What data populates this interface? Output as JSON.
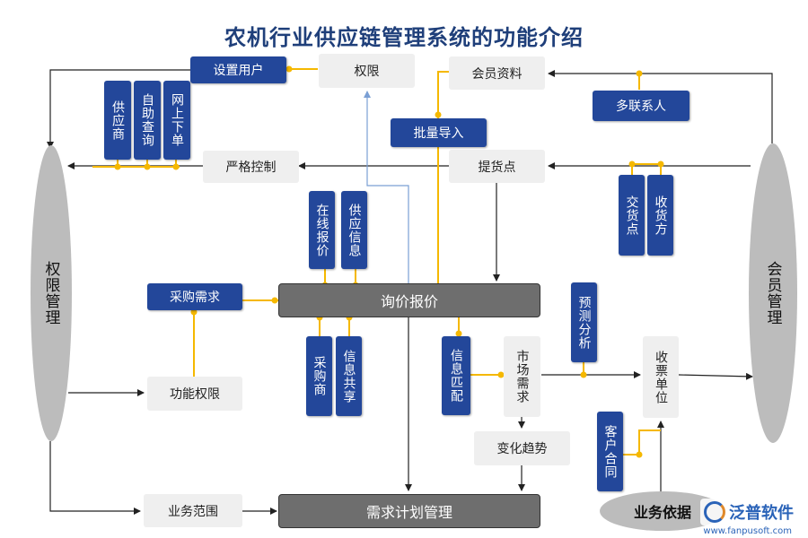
{
  "title": "农机行业供应链管理系统的功能介绍",
  "colors": {
    "blue_node": "#23479a",
    "grey_node": "#efefef",
    "hub": "#6e6e6e",
    "connector": "#f5b800",
    "arrow": "#222222",
    "permission_line": "#7a9fd4"
  },
  "ellipses": {
    "left": "权限管理",
    "right": "会员管理",
    "bottom": "业务依据"
  },
  "nodes": {
    "set_user": "设置用户",
    "permission": "权限",
    "member_info": "会员资料",
    "multi_contact": "多联系人",
    "batch_import": "批量导入",
    "supplier": "供应商",
    "self_query": "自助查询",
    "online_order": "网上下单",
    "strict_control": "严格控制",
    "pickup_point": "提货点",
    "delivery_point": "交货点",
    "receiver": "收货方",
    "online_quote": "在线报价",
    "supply_info": "供应信息",
    "purchase_demand": "采购需求",
    "inquiry_quote": "询价报价",
    "buyer": "采购商",
    "info_share": "信息共享",
    "function_permission": "功能权限",
    "info_match": "信息匹配",
    "market_demand": "市场需求",
    "forecast": "预测分析",
    "receipt_unit": "收票单位",
    "change_trend": "变化趋势",
    "customer_contract": "客户合同",
    "business_scope": "业务范围",
    "demand_plan": "需求计划管理"
  },
  "brand": {
    "name": "泛普软件",
    "url": "www.fanpusoft.com"
  }
}
